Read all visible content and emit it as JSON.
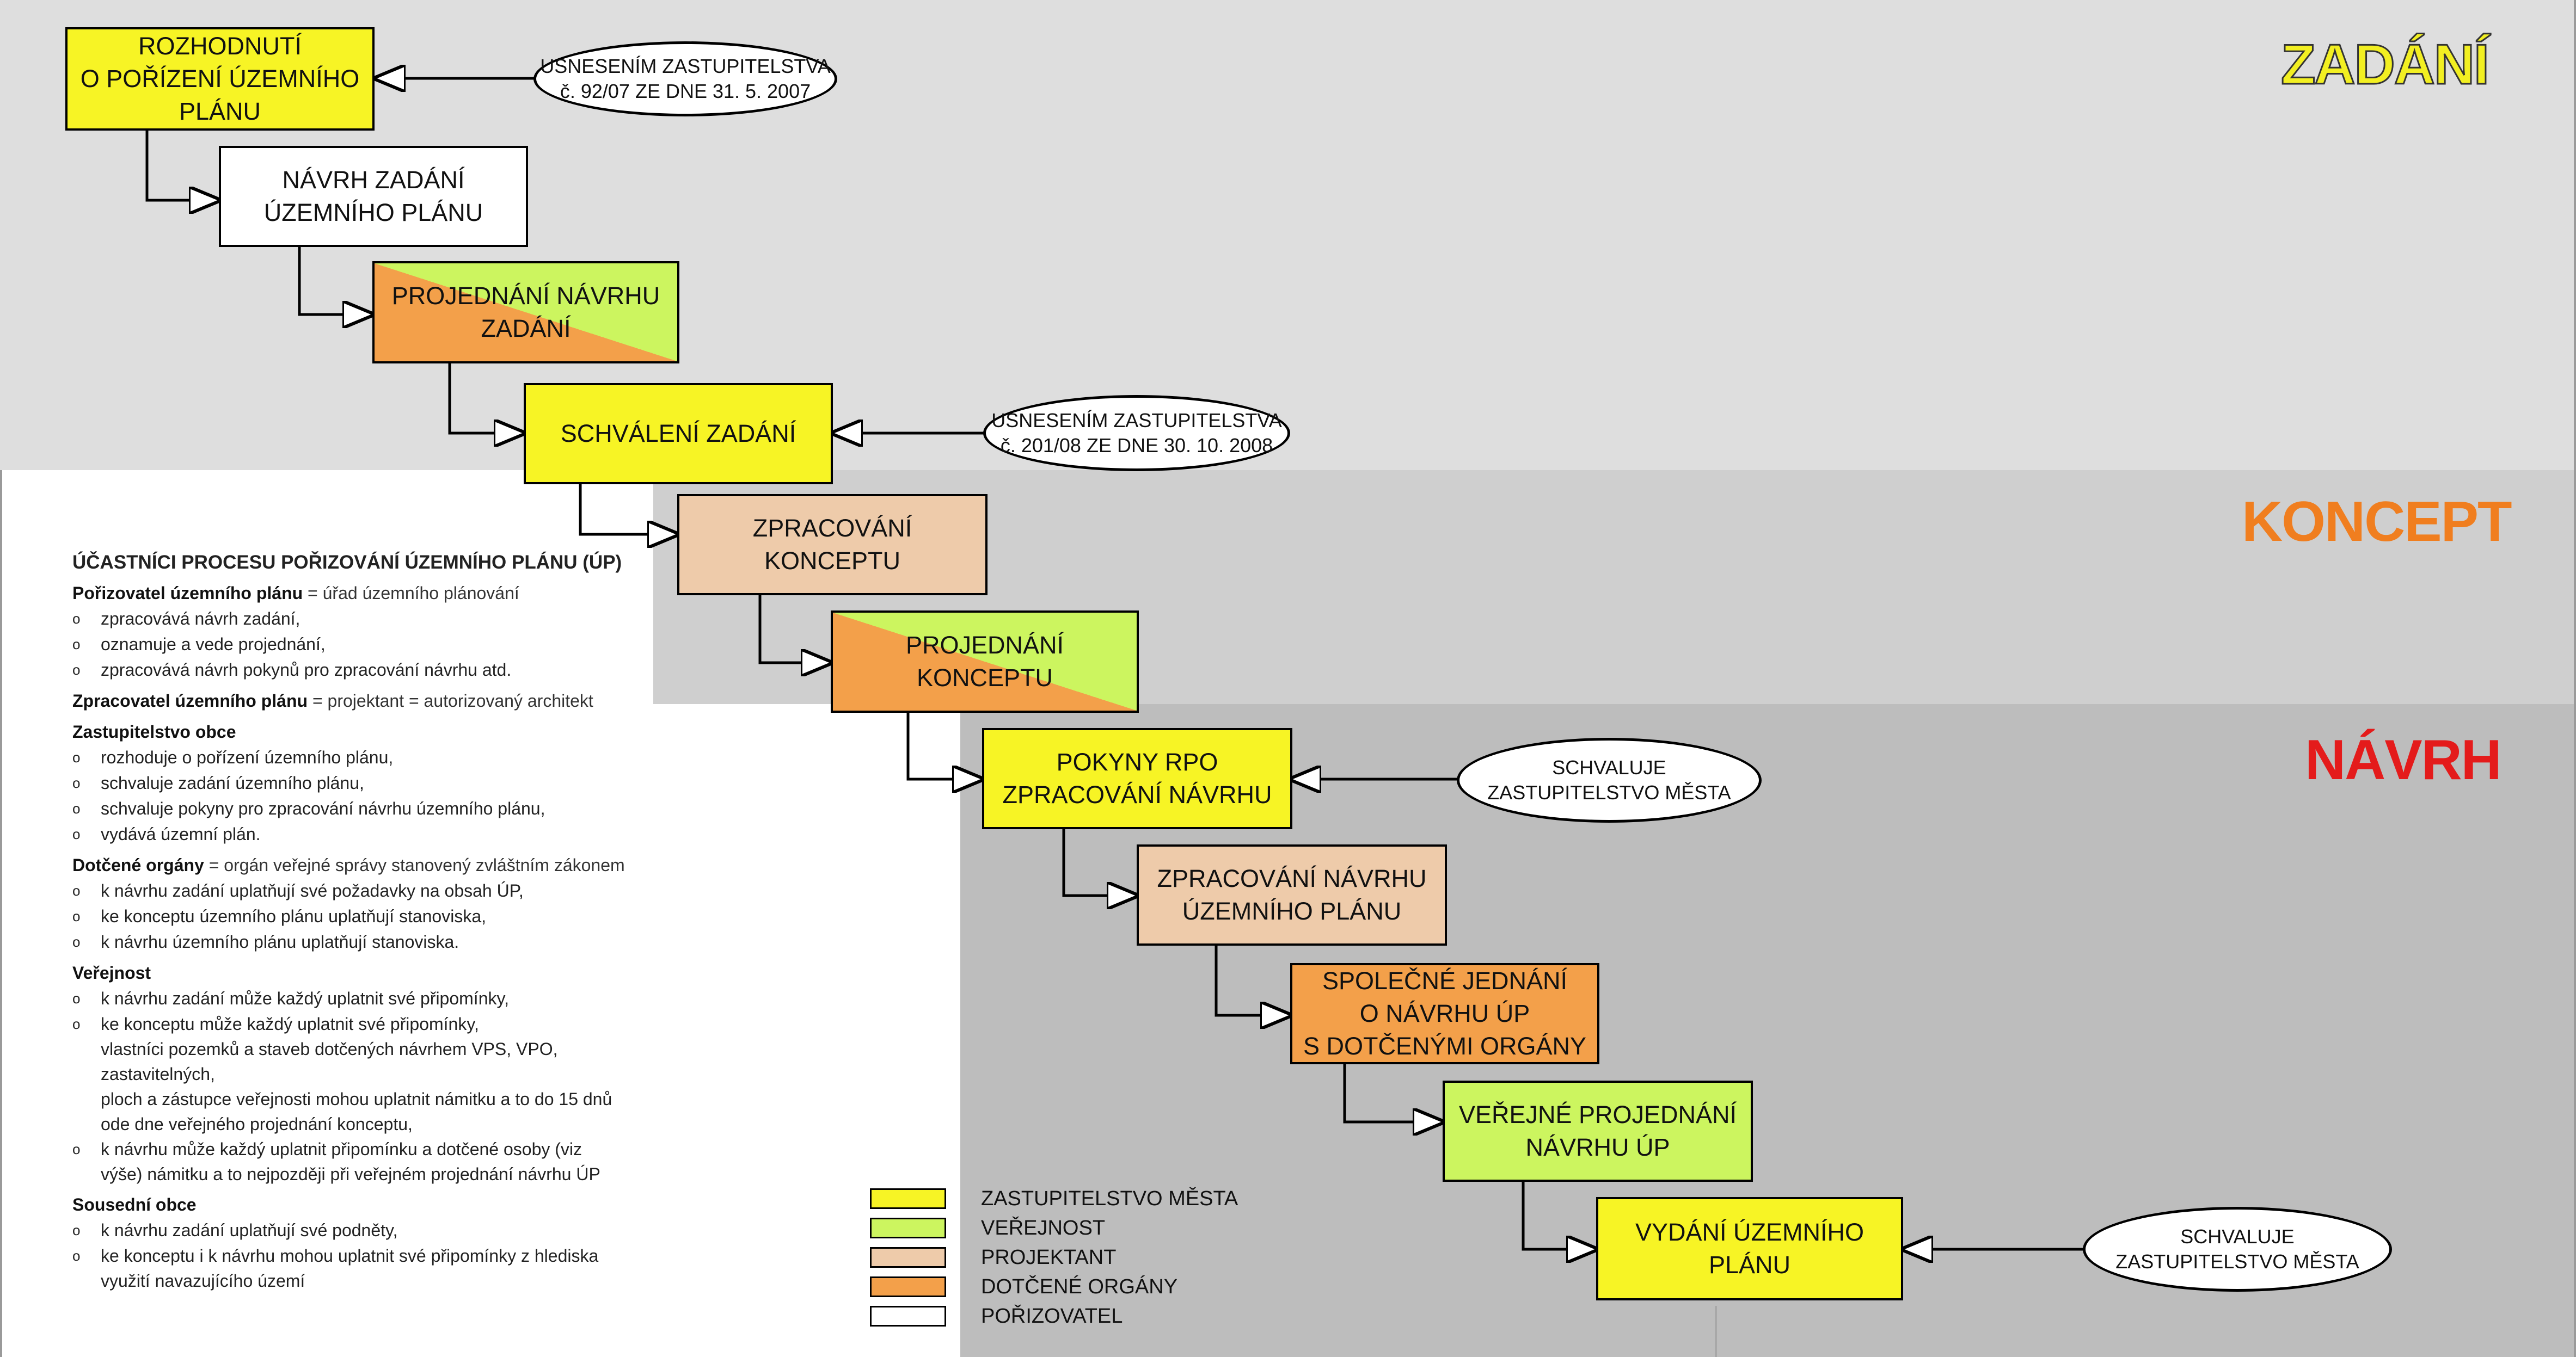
{
  "phases": {
    "zadani": {
      "label": "ZADÁNÍ",
      "color": "#F2EF22"
    },
    "koncept": {
      "label": "KONCEPT",
      "color": "#F07E1F"
    },
    "navrh": {
      "label": "NÁVRH",
      "color": "#E41B1B"
    }
  },
  "steps": [
    {
      "id": "s1",
      "label": "ROZHODNUTÍ\nO POŘÍZENÍ ÚZEMNÍHO\nPLÁNU",
      "fill": "yellow"
    },
    {
      "id": "s2",
      "label": "NÁVRH ZADÁNÍ\nÚZEMNÍHO PLÁNU",
      "fill": "white"
    },
    {
      "id": "s3",
      "label": "PROJEDNÁNÍ NÁVRHU\nZADÁNÍ",
      "fill": "orange-green"
    },
    {
      "id": "s4",
      "label": "SCHVÁLENÍ ZADÁNÍ",
      "fill": "yellow"
    },
    {
      "id": "s5",
      "label": "ZPRACOVÁNÍ\nKONCEPTU",
      "fill": "tan"
    },
    {
      "id": "s6",
      "label": "PROJEDNÁNÍ\nKONCEPTU",
      "fill": "orange-green"
    },
    {
      "id": "s7",
      "label": "POKYNY RPO\nZPRACOVÁNÍ NÁVRHU",
      "fill": "yellow"
    },
    {
      "id": "s8",
      "label": "ZPRACOVÁNÍ NÁVRHU\nÚZEMNÍHO PLÁNU",
      "fill": "tan"
    },
    {
      "id": "s9",
      "label": "SPOLEČNÉ JEDNÁNÍ\nO NÁVRHU ÚP\nS DOTČENÝMI ORGÁNY",
      "fill": "orange"
    },
    {
      "id": "s10",
      "label": "VEŘEJNÉ PROJEDNÁNÍ\nNÁVRHU ÚP",
      "fill": "green"
    },
    {
      "id": "s11",
      "label": "VYDÁNÍ ÚZEMNÍHO\nPLÁNU",
      "fill": "yellow"
    }
  ],
  "notes": [
    {
      "id": "n1",
      "label": "USNESENÍM ZASTUPITELSTVA\nč. 92/07 ZE DNE 31. 5. 2007"
    },
    {
      "id": "n2",
      "label": "USNESENÍM ZASTUPITELSTVA\nč. 201/08 ZE DNE 30. 10. 2008"
    },
    {
      "id": "n3",
      "label": "SCHVALUJE\nZASTUPITELSTVO MĚSTA"
    },
    {
      "id": "n4",
      "label": "SCHVALUJE\nZASTUPITELSTVO MĚSTA"
    }
  ],
  "participants": {
    "title": "ÚČASTNÍCI PROCESU POŘIZOVÁNÍ ÚZEMNÍHO PLÁNU (ÚP)",
    "bullet_symbol": "o",
    "groups": [
      {
        "name": "Pořizovatel územního plánu",
        "desc": " = úřad územního plánování",
        "items": [
          "zpracovává návrh zadání,",
          "oznamuje a vede projednání,",
          "zpracovává návrh pokynů pro zpracování návrhu atd."
        ]
      },
      {
        "name": "Zpracovatel územního plánu",
        "desc": " = projektant = autorizovaný architekt",
        "items": []
      },
      {
        "name": "Zastupitelstvo obce",
        "desc": "",
        "items": [
          "rozhoduje o pořízení územního plánu,",
          "schvaluje zadání územního plánu,",
          "schvaluje pokyny pro zpracování návrhu územního plánu,",
          "vydává územní plán."
        ]
      },
      {
        "name": "Dotčené orgány",
        "desc": " = orgán veřejné správy stanovený zvláštním zákonem",
        "items": [
          "k návrhu zadání uplatňují své požadavky na obsah ÚP,",
          "ke konceptu územního plánu uplatňují stanoviska,",
          "k návrhu územního plánu uplatňují stanoviska."
        ]
      },
      {
        "name": "Veřejnost",
        "desc": "",
        "items": [
          "k návrhu zadání může každý uplatnit své připomínky,",
          "ke konceptu může každý uplatnit své připomínky,\nvlastníci pozemků a staveb dotčených návrhem VPS, VPO, zastavitelných,\nploch a zástupce veřejnosti mohou uplatnit námitku a to do 15 dnů\node dne veřejného projednání konceptu,",
          "k návrhu může každý uplatnit připomínku a dotčené osoby (viz\nvýše) námitku a to nejpozději při veřejném projednání návrhu ÚP"
        ]
      },
      {
        "name": "Sousední obce",
        "desc": "",
        "items": [
          "k návrhu zadání uplatňují své podněty,",
          "ke konceptu i k návrhu mohou uplatnit své připomínky z hlediska\nvyužití navazujícího území"
        ]
      }
    ]
  },
  "legend": [
    {
      "color": "#F7F425",
      "label": "ZASTUPITELSTVO MĚSTA"
    },
    {
      "color": "#CCF55F",
      "label": "VEŘEJNOST"
    },
    {
      "color": "#EECBAA",
      "label": "PROJEKTANT"
    },
    {
      "color": "#F3A04A",
      "label": "DOTČENÉ ORGÁNY"
    },
    {
      "color": "#FFFFFF",
      "label": "POŘIZOVATEL"
    }
  ]
}
